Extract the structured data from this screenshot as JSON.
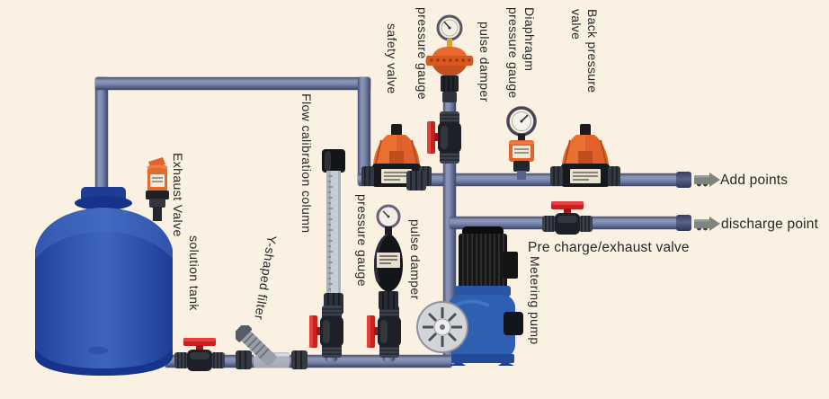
{
  "labels": {
    "exhaust_valve": "Exhaust Valve",
    "solution_tank": "solution tank",
    "y_filter": "Y-shaped filter",
    "flow_column": "Flow calibration column",
    "pressure_gauge_lower": "pressure gauge",
    "pulse_damper_lower": "pulse damper",
    "safety_valve": "safety valve",
    "pressure_gauge_upper": "pressure gauge",
    "pulse_damper_upper": "pulse damper",
    "diaphragm_gauge": "Diaphragm pressure gauge",
    "back_pressure_valve": "Back pressure valve",
    "metering_pump": "Metering pump",
    "precharge_valve": "Pre charge/exhaust valve",
    "add_points": "Add points",
    "discharge_point": "discharge point"
  },
  "colors": {
    "background": "#faf1e3",
    "pipe": "#7d88ae",
    "tank_blue": "#2e51ab",
    "component_orange": "#e0622a",
    "handle_red": "#c92121",
    "pump_blue": "#2e5fb0",
    "label_text": "#272727"
  }
}
